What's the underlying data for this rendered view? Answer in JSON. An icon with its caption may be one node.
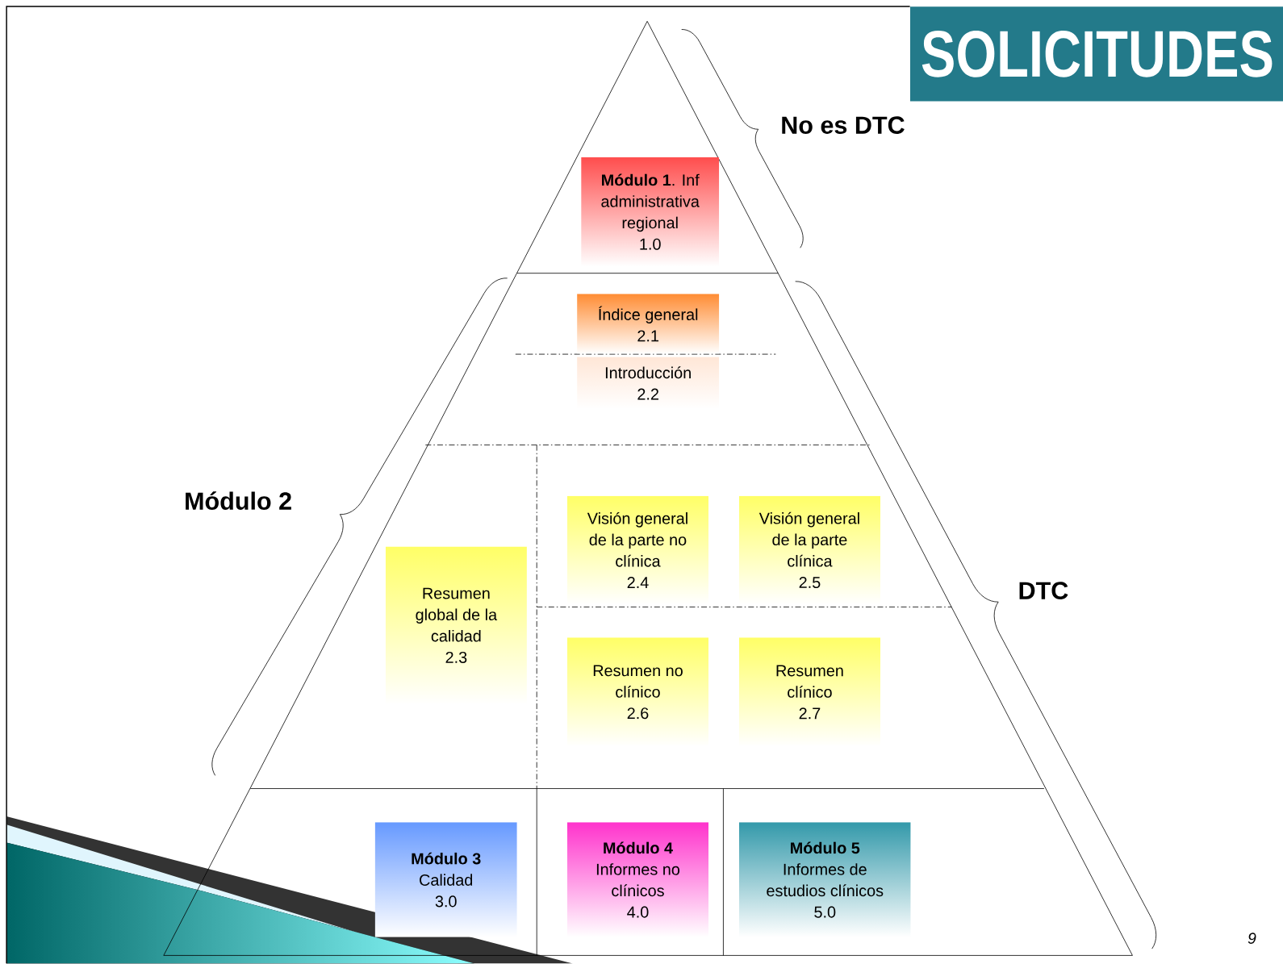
{
  "diagram": {
    "title": "SOLICITUDES",
    "nodes": [
      {
        "text": [
          "**Módulo 1**. Inf administrativa regional",
          "1.0"
        ]
      },
      {
        "text": [
          "Índice general",
          "2.1"
        ]
      },
      {
        "text": [
          "Introducción",
          "2.2"
        ]
      },
      {
        "text": [
          "Resumen global de la calidad",
          "2.3"
        ]
      },
      {
        "text": [
          "Visión general de la parte no clínica",
          "2.4"
        ]
      },
      {
        "text": [
          "Visión general de la parte clínica",
          "2.5"
        ]
      },
      {
        "text": [
          "Resumen no clínico",
          "2.6"
        ]
      },
      {
        "text": [
          "Resumen clínico",
          "2.7"
        ]
      },
      {
        "text": [
          "Módulo 3",
          "Calidad",
          "3.0"
        ]
      },
      {
        "text": [
          "Módulo 4",
          "Informes no clínicos",
          "4.0"
        ]
      },
      {
        "text": [
          "Módulo 5",
          "Informes de estudios clínicos",
          "5.0"
        ]
      }
    ],
    "labels": [
      "No es DTC",
      "Módulo 2",
      "DTC",
      "9"
    ]
  }
}
